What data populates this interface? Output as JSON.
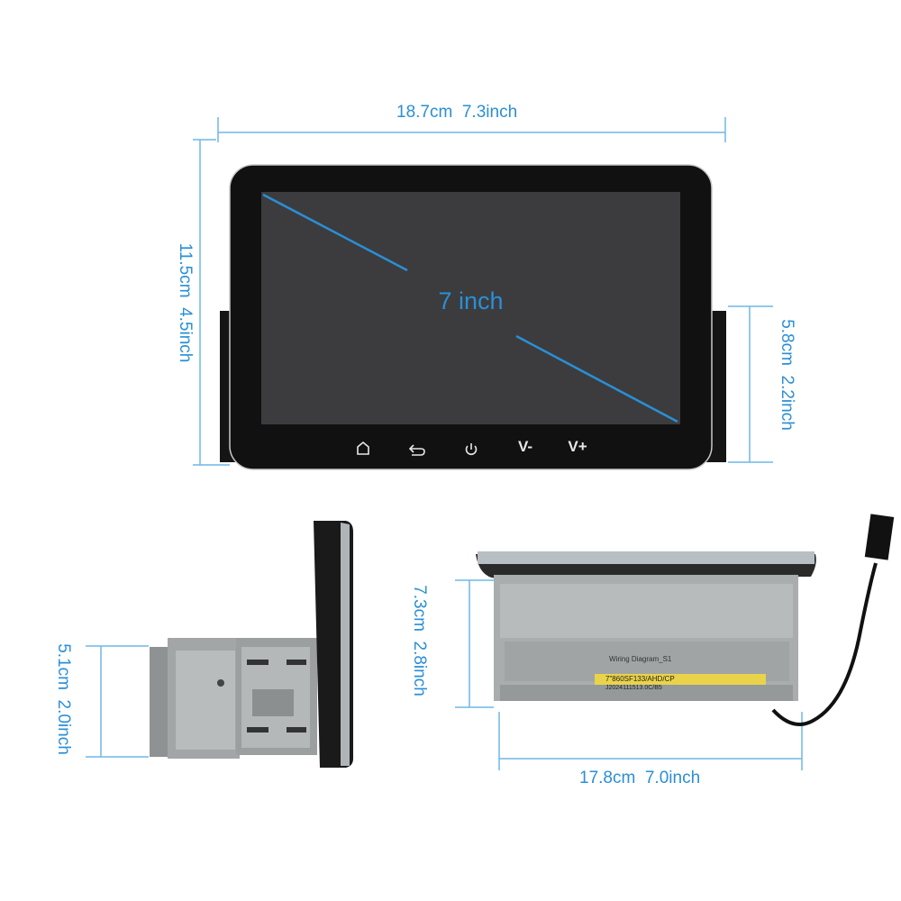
{
  "front_view": {
    "width_label": "18.7cm  7.3inch",
    "height_label": "11.5cm  4.5inch",
    "chassis_height_label": "5.8cm  2.2inch",
    "screen_size_label": "7 inch",
    "buttons": [
      {
        "icon": "home-icon"
      },
      {
        "icon": "back-icon"
      },
      {
        "icon": "power-icon"
      },
      {
        "label": "V-"
      },
      {
        "label": "V+"
      }
    ]
  },
  "side_view": {
    "height_label": "5.1cm  2.0inch"
  },
  "rear_view": {
    "height_label": "7.3cm  2.8inch",
    "width_label": "17.8cm  7.0inch",
    "sticker_line1": "7\"860SF133/AHD/CP",
    "sticker_line2": "J2024111513.0C/B5",
    "wiring_label": "Wiring Diagram_S1"
  },
  "colors": {
    "dimension": "#2a8fd6",
    "screen": "#3c3c3e",
    "bezel": "#111111"
  }
}
